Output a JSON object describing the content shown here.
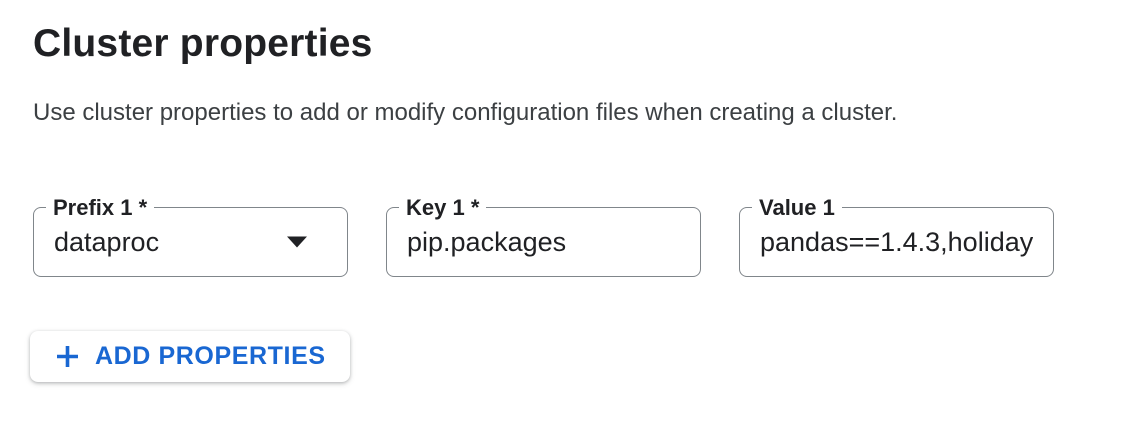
{
  "section": {
    "title": "Cluster properties",
    "description": "Use cluster properties to add or modify configuration files when creating a cluster."
  },
  "fields": [
    {
      "label": "Prefix 1 *",
      "value": "dataproc",
      "control": "dropdown",
      "icon": "dropdown-arrow-icon",
      "required": true
    },
    {
      "label": "Key 1 *",
      "value": "pip.packages",
      "control": "text-input",
      "required": true
    },
    {
      "label": "Value 1",
      "value": "pandas==1.4.3,holiday",
      "control": "text-input",
      "required": false
    }
  ],
  "add_button": {
    "label": "ADD PROPERTIES",
    "icon": "plus-icon"
  },
  "colors": {
    "accent_blue": "#1967d2",
    "text_primary": "#202124",
    "text_secondary": "#3c4043",
    "field_border": "#80868b",
    "background": "#ffffff"
  }
}
